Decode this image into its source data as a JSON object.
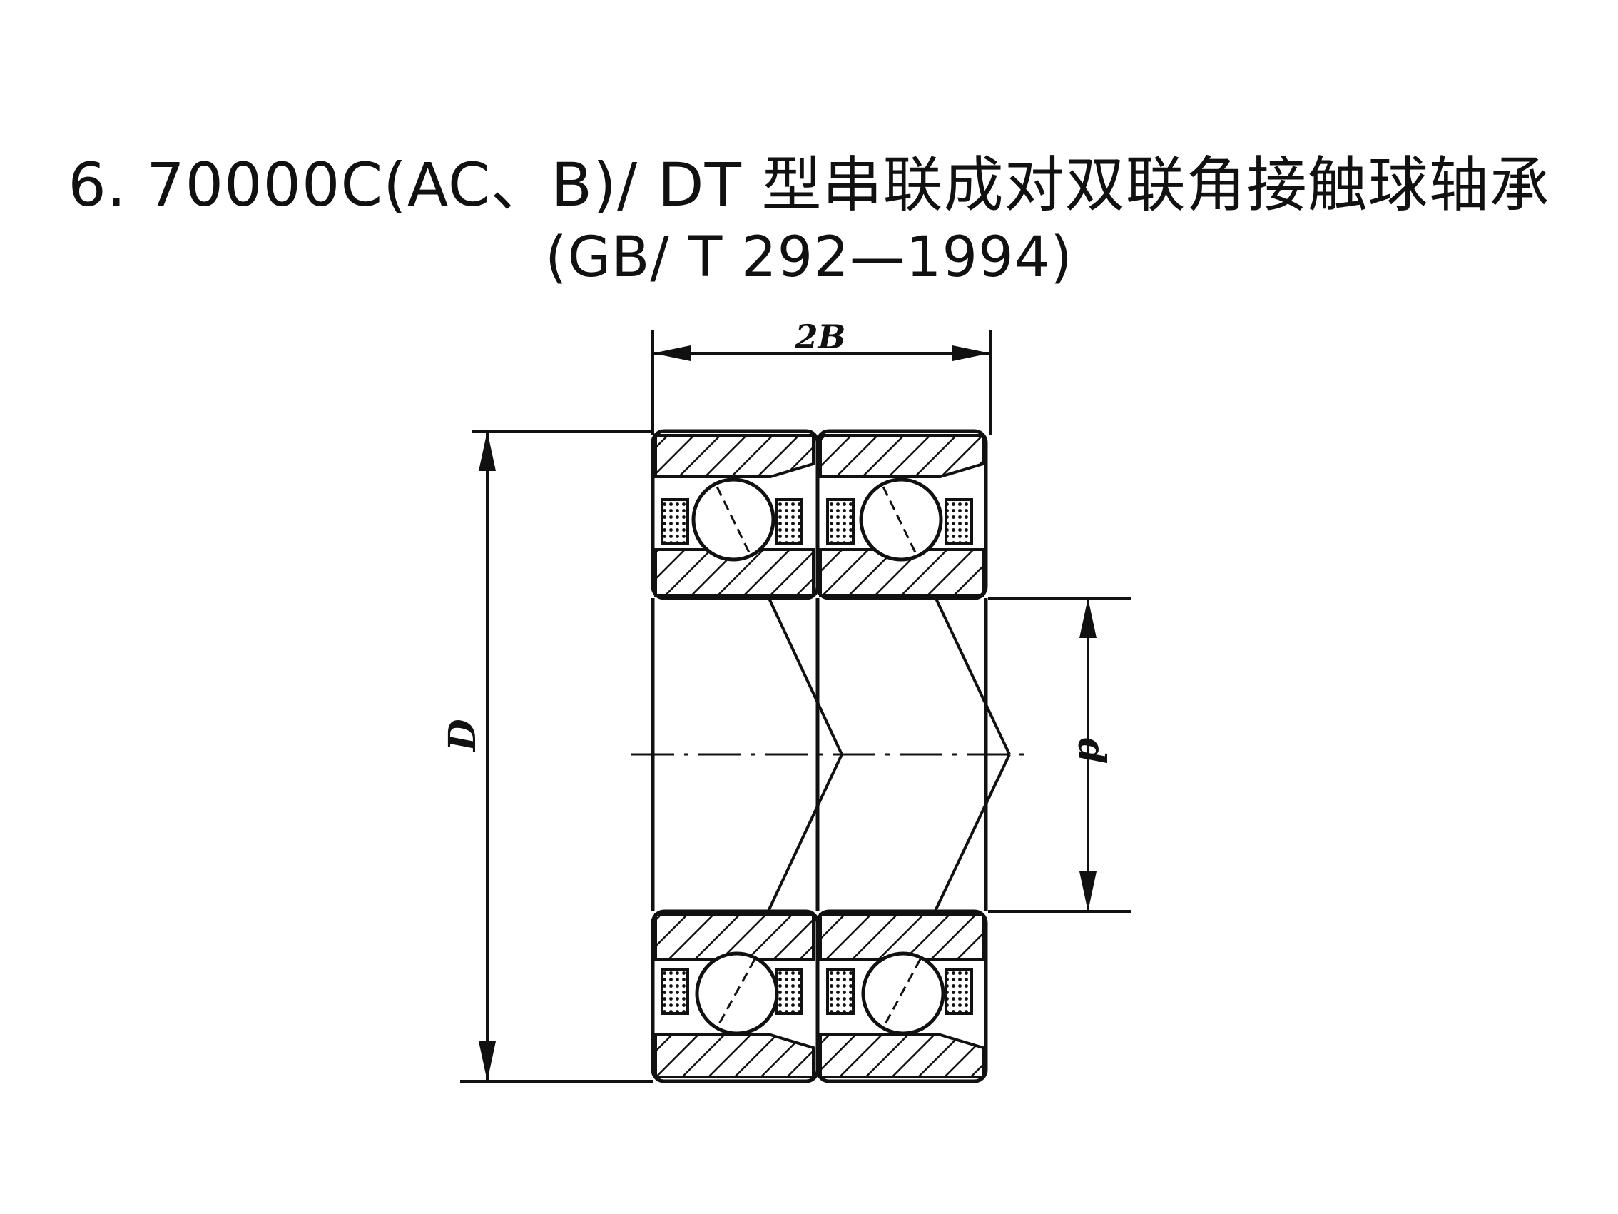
{
  "title": {
    "line1": "6. 70000C(AC、B)/ DT 型串联成对双联角接触球轴承",
    "line2": "(GB/ T 292—1994)"
  },
  "dimensions": {
    "width_label": "2B",
    "outer_diameter_label": "D",
    "bore_diameter_label": "d"
  },
  "colors": {
    "ink": "#111111",
    "background": "#ffffff"
  }
}
